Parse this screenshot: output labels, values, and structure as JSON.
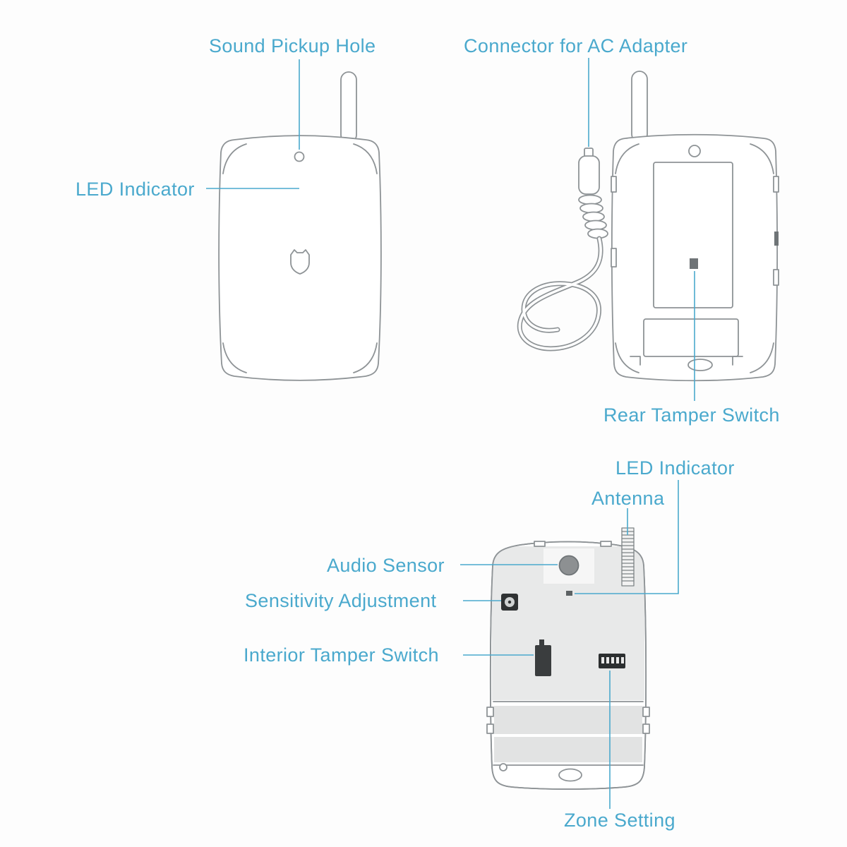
{
  "colors": {
    "label_text": "#4aa9cd",
    "leader_line": "#4aa9cd",
    "drawing_outline": "#8e9396",
    "panel_fill": "#e8e9e9",
    "component_dark": "#3a3d3e"
  },
  "labels": {
    "sound_pickup_hole": "Sound Pickup Hole",
    "connector_ac_adapter": "Connector for AC Adapter",
    "led_indicator_front": "LED Indicator",
    "rear_tamper_switch": "Rear Tamper Switch",
    "led_indicator_internal": "LED Indicator",
    "antenna": "Antenna",
    "audio_sensor": "Audio Sensor",
    "sensitivity_adjustment": "Sensitivity Adjustment",
    "interior_tamper_switch": "Interior Tamper Switch",
    "zone_setting": "Zone Setting"
  }
}
